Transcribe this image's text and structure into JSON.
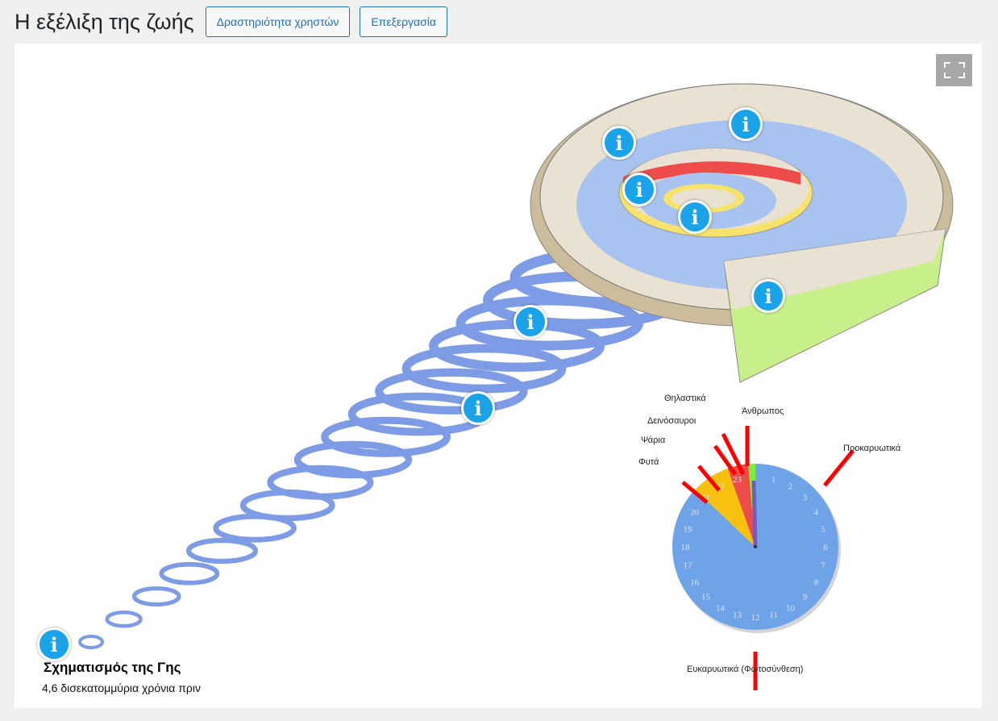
{
  "header": {
    "title": "Η εξέλιξη της ζωής",
    "buttons": [
      "Δραστηριότητα χρηστών",
      "Επεξεργασία"
    ]
  },
  "fullscreen_icon": "fullscreen-icon",
  "info_icon": "i",
  "caption": {
    "title": "Σχηματισμός της Γης",
    "subtitle": "4,6 δισεκατομμύρια χρόνια πριν"
  },
  "clock": {
    "labels": {
      "prokaryotes": "Προκαρυωτικά",
      "eukaryotes": "Ευκαρυωτικά (Φωτοσύνθεση)",
      "plants": "Φυτά",
      "fish": "Ψάρια",
      "dinosaurs": "Δεινόσαυροι",
      "mammals": "Θηλαστικά",
      "humans": "Άνθρωπος"
    },
    "hours": [
      1,
      2,
      3,
      4,
      5,
      6,
      7,
      8,
      9,
      10,
      11,
      12,
      13,
      14,
      15,
      16,
      17,
      18,
      19,
      20,
      21,
      22,
      23
    ],
    "segments": [
      {
        "from": 0,
        "to": 20.9,
        "color": "#6fa3e8"
      },
      {
        "from": 20.9,
        "to": 22.7,
        "color": "#f9c10f"
      },
      {
        "from": 22.7,
        "to": 23.67,
        "color": "#ee4b4b"
      },
      {
        "from": 23.67,
        "to": 24,
        "color": "#7ef03a"
      }
    ]
  }
}
